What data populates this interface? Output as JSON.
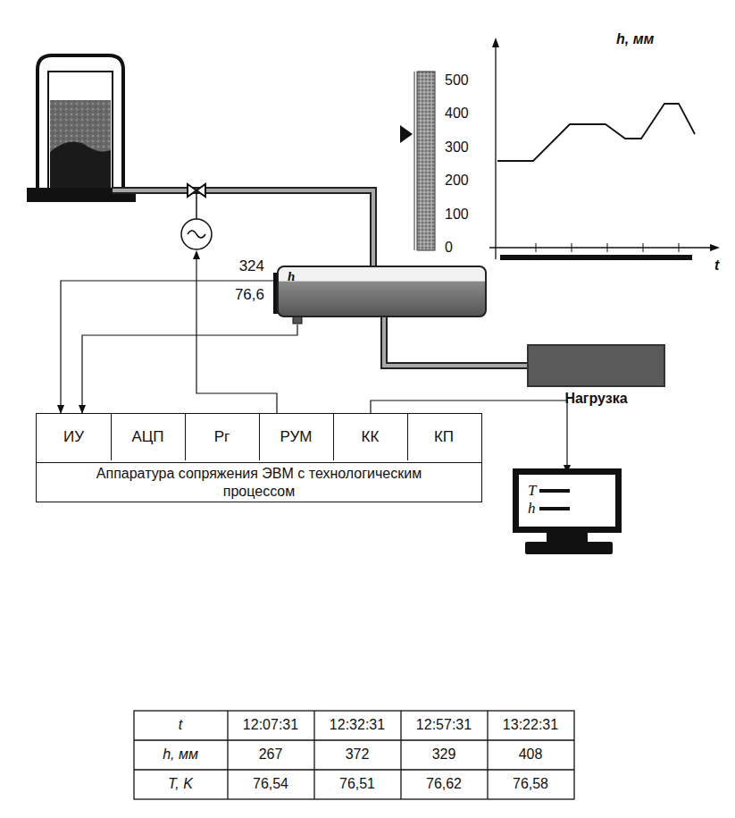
{
  "diagram": {
    "nodes": [
      {
        "text": [
          "Аппаратура сопряжения ЭВМ с технологическим процессом"
        ]
      },
      {
        "text": [
          "ИУ"
        ],
        "in": 0
      },
      {
        "text": [
          "АЦП"
        ],
        "in": 0
      },
      {
        "text": [
          "Рг"
        ],
        "in": 0
      },
      {
        "text": [
          "РУМ"
        ],
        "in": 0
      },
      {
        "text": [
          "КК"
        ],
        "in": 0
      },
      {
        "text": [
          "КП"
        ],
        "in": 0
      },
      {
        "text": [
          "Нагрузка"
        ]
      },
      {
        "text": [
          "h"
        ]
      },
      {
        "text": [
          "T",
          "h"
        ]
      }
    ],
    "edges": [
      {
        "from": 8,
        "to": 1,
        "arrow": "to"
      },
      {
        "from": 8,
        "to": 1,
        "arrow": "to"
      },
      {
        "from": 8,
        "to": 7,
        "arrow": "none"
      },
      {
        "from": 5,
        "to": 9,
        "arrow": "to"
      }
    ],
    "labels": [
      "324",
      "76,6",
      "500",
      "400",
      "300",
      "200",
      "100",
      "0",
      "h, мм",
      "t",
      "t",
      "12:07:31",
      "12:32:31",
      "12:57:31",
      "13:22:31",
      "h, мм",
      "267",
      "372",
      "329",
      "408",
      "T, K",
      "76,54",
      "76,51",
      "76,62",
      "76,58"
    ]
  }
}
